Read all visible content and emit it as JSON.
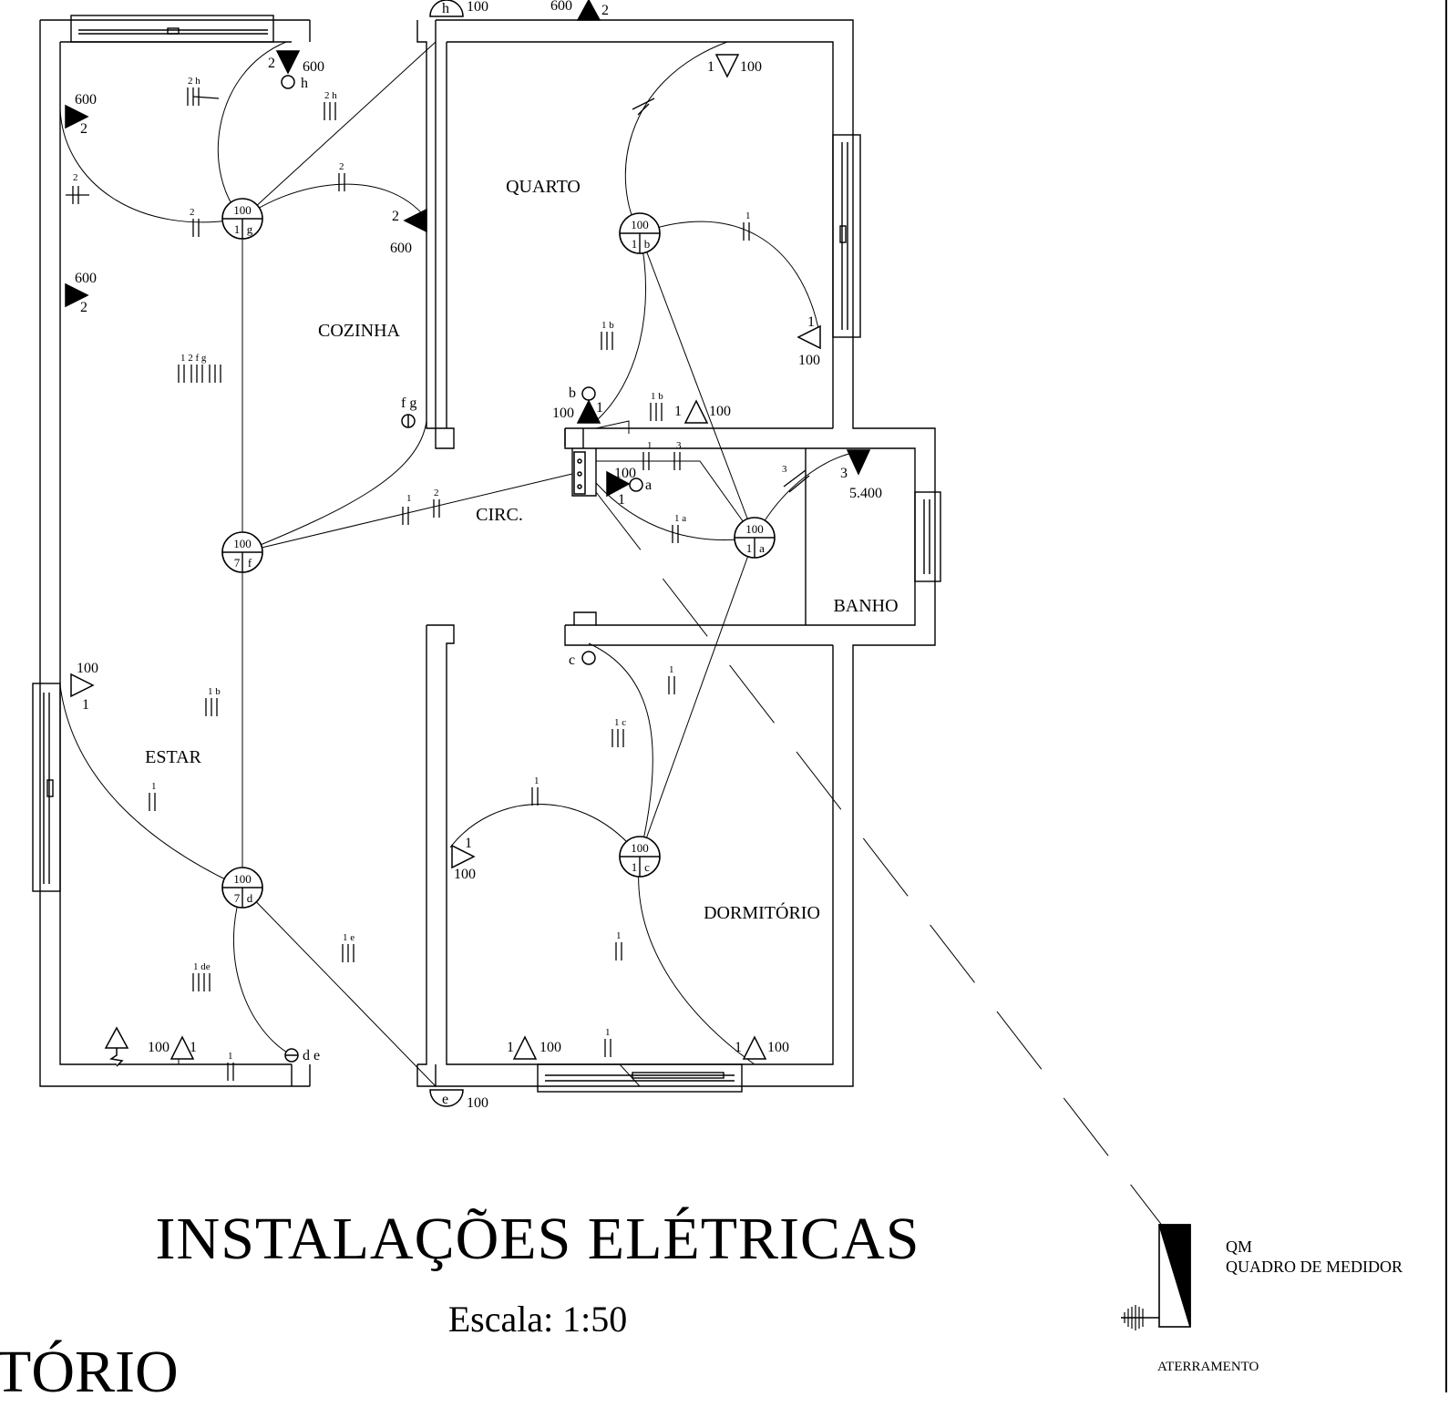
{
  "title": "INSTALAÇÕES ELÉTRICAS",
  "scale": "Escala: 1:50",
  "cut_text": "TÓRIO",
  "rooms": {
    "quarto": "QUARTO",
    "cozinha": "COZINHA",
    "circ": "CIRC.",
    "banho": "BANHO",
    "estar": "ESTAR",
    "dormitorio": "DORMITÓRIO"
  },
  "legend": {
    "qm": "QM",
    "qm_desc": "QUADRO DE MEDIDOR",
    "aterramento": "ATERRAMENTO"
  },
  "lights": [
    {
      "power": "100",
      "circuit": "1",
      "switch": "g"
    },
    {
      "power": "100",
      "circuit": "1",
      "switch": "b"
    },
    {
      "power": "100",
      "circuit": "7",
      "switch": "f"
    },
    {
      "power": "100",
      "circuit": "1",
      "switch": "a"
    },
    {
      "power": "100",
      "circuit": "7",
      "switch": "d"
    },
    {
      "power": "100",
      "circuit": "1",
      "switch": "c"
    }
  ],
  "outlet_labels": {
    "p600": "600",
    "p100": "100",
    "p5400": "5.400",
    "c1": "1",
    "c2": "2",
    "c3": "3"
  },
  "switch_labels": {
    "h": "h",
    "fg": "f g",
    "b": "b",
    "a": "a",
    "c": "c",
    "de": "d e",
    "e": "e"
  },
  "conduit_labels": {
    "h2": "2 h",
    "c2": "2",
    "c1": "1",
    "c3": "3",
    "b1": "1 b",
    "fg": "1  2  f g",
    "a1": "1 a",
    "c1c": "1 c",
    "e1": "1 e",
    "de1": "1 de"
  },
  "colors": {
    "line": "#000000",
    "background": "#ffffff"
  }
}
